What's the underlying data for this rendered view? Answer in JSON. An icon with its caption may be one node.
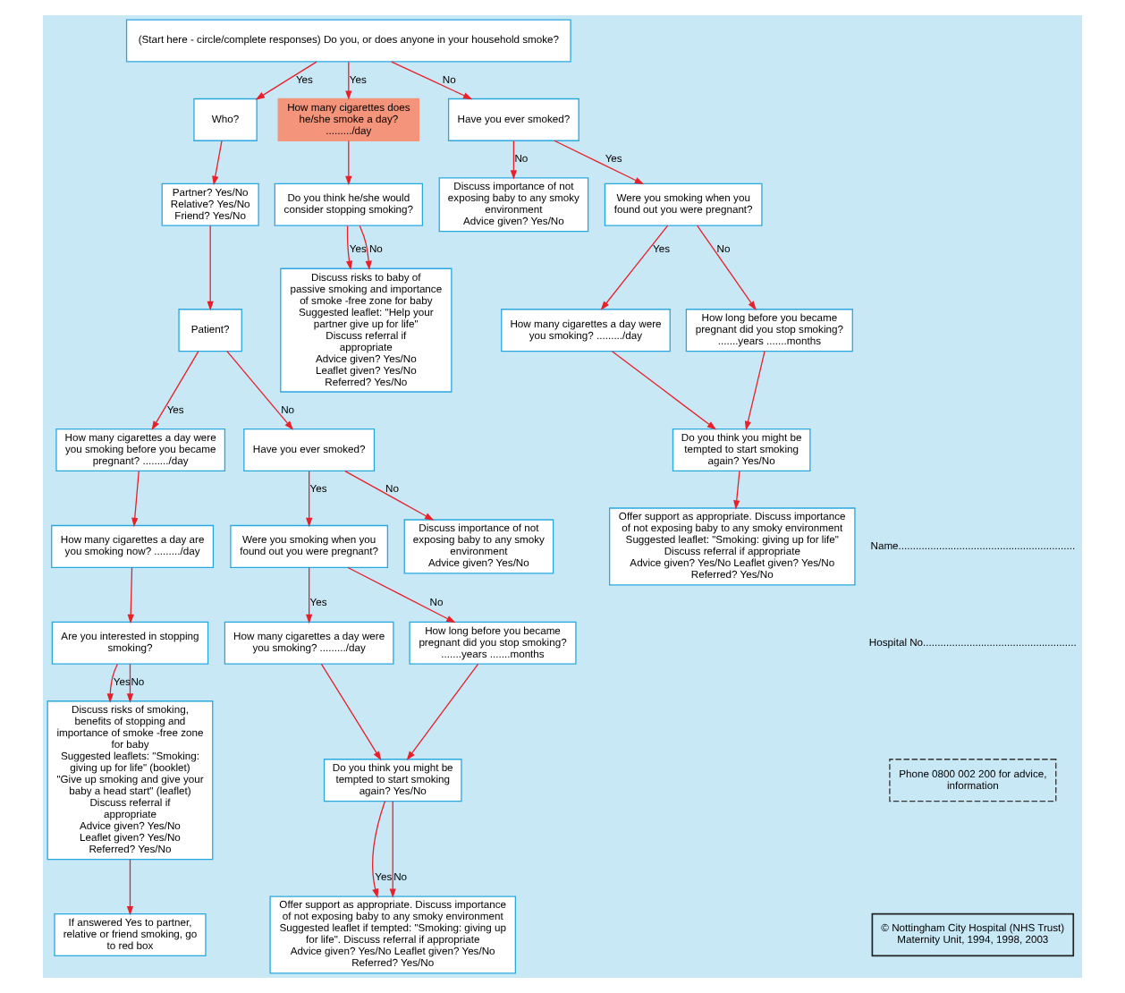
{
  "diagram": {
    "nodes": [
      {
        "text": [
          "(Start here - circle/complete responses) Do you, or does anyone in your household smoke?"
        ]
      },
      {
        "text": [
          "Who?"
        ]
      },
      {
        "text": [
          "Partner? Yes/No",
          "Relative? Yes/No",
          "Friend? Yes/No"
        ]
      },
      {
        "text": [
          "Patient?"
        ]
      },
      {
        "text": [
          "How many cigarettes a day were you smoking before you became pregnant? ........./day"
        ]
      },
      {
        "text": [
          "How many cigarettes a day are you smoking now? ........./day"
        ]
      },
      {
        "text": [
          "Are you interested in stopping smoking?"
        ]
      },
      {
        "text": [
          "Discuss risks of smoking, benefits of stopping and importance of smoke -free zone for baby",
          "Suggested leaflets: \"Smoking: giving up for life\" (booklet) \"Give up smoking and give your baby a head start\" (leaflet)",
          "Discuss referral if appropriate",
          "Advice given? Yes/No",
          "Leaflet given? Yes/No",
          "Referred? Yes/No"
        ]
      },
      {
        "text": [
          "If answered Yes to partner, relative or friend smoking, go to red box"
        ]
      },
      {
        "text": [
          "Have you ever smoked?"
        ]
      },
      {
        "text": [
          "Were you smoking when you found out you were pregnant?"
        ]
      },
      {
        "text": [
          "How many cigarettes a day were you smoking? ........./day"
        ]
      },
      {
        "text": [
          "Discuss importance of not exposing baby to any smoky environment",
          "Advice given? Yes/No"
        ]
      },
      {
        "text": [
          "How long before you became pregnant did you stop smoking? .......years .......months"
        ]
      },
      {
        "text": [
          "Do you think you might be tempted to start smoking again? Yes/No"
        ]
      },
      {
        "text": [
          "Offer support as appropriate. Discuss importance of not exposing baby to any smoky environment",
          "Suggested leaflet if tempted: \"Smoking: giving up for life\". Discuss referral if appropriate",
          "Advice given? Yes/No Leaflet given? Yes/No",
          "Referred? Yes/No"
        ]
      },
      {
        "text": [
          "How many cigarettes does he/she smoke a day? ........./day"
        ]
      },
      {
        "text": [
          "Do you think he/she would consider stopping smoking?"
        ]
      },
      {
        "text": [
          "Discuss risks to baby of passive smoking and importance of smoke -free zone for baby",
          "Suggested leaflet: \"Help your partner give up for life\"",
          "Discuss referral if appropriate",
          "Advice given? Yes/No",
          "Leaflet given? Yes/No",
          "Referred? Yes/No"
        ]
      },
      {
        "text": [
          "Have you ever smoked?"
        ]
      },
      {
        "text": [
          "Discuss importance of not exposing baby to any smoky environment",
          "Advice given? Yes/No"
        ]
      },
      {
        "text": [
          "Were you smoking when you found out you were pregnant?"
        ]
      },
      {
        "text": [
          "How many cigarettes a day were you smoking? ........./day"
        ]
      },
      {
        "text": [
          "How long before you became pregnant did you stop smoking? .......years .......months"
        ]
      },
      {
        "text": [
          "Do you think you might be tempted to start smoking again? Yes/No"
        ]
      },
      {
        "text": [
          "Offer support as appropriate. Discuss importance of not exposing baby to any smoky environment",
          "Suggested leaflet: \"Smoking: giving up for life\"",
          "Discuss referral if appropriate",
          "Advice given? Yes/No Leaflet given? Yes/No",
          "Referred? Yes/No"
        ]
      },
      {
        "text": [
          "Phone 0800 002 200 for advice, information"
        ]
      },
      {
        "text": [
          "© Nottingham City Hospital (NHS Trust) Maternity Unit, 1994, 1998, 2003"
        ]
      }
    ],
    "edges": [
      {
        "from": 0,
        "to": 1,
        "arrow": "to",
        "label": "Yes"
      },
      {
        "from": 0,
        "to": 16,
        "arrow": "to",
        "label": "Yes"
      },
      {
        "from": 0,
        "to": 19,
        "arrow": "to",
        "label": "No"
      },
      {
        "from": 1,
        "to": 2,
        "arrow": "to"
      },
      {
        "from": 2,
        "to": 3,
        "arrow": "to"
      },
      {
        "from": 3,
        "to": 4,
        "arrow": "to",
        "label": "Yes"
      },
      {
        "from": 3,
        "to": 9,
        "arrow": "to",
        "label": "No"
      },
      {
        "from": 4,
        "to": 5,
        "arrow": "to"
      },
      {
        "from": 5,
        "to": 6,
        "arrow": "to"
      },
      {
        "from": 6,
        "to": 7,
        "arrow": "to",
        "label": "Yes"
      },
      {
        "from": 6,
        "to": 7,
        "arrow": "to",
        "label": "No"
      },
      {
        "from": 7,
        "to": 8,
        "arrow": "to"
      },
      {
        "from": 9,
        "to": 10,
        "arrow": "to",
        "label": "Yes"
      },
      {
        "from": 9,
        "to": 12,
        "arrow": "to",
        "label": "No"
      },
      {
        "from": 10,
        "to": 11,
        "arrow": "to",
        "label": "Yes"
      },
      {
        "from": 10,
        "to": 13,
        "arrow": "to",
        "label": "No"
      },
      {
        "from": 11,
        "to": 14,
        "arrow": "to"
      },
      {
        "from": 13,
        "to": 14,
        "arrow": "to"
      },
      {
        "from": 14,
        "to": 15,
        "arrow": "to",
        "label": "Yes"
      },
      {
        "from": 14,
        "to": 15,
        "arrow": "to",
        "label": "No"
      },
      {
        "from": 16,
        "to": 17,
        "arrow": "to"
      },
      {
        "from": 17,
        "to": 18,
        "arrow": "to",
        "label": "Yes"
      },
      {
        "from": 17,
        "to": 18,
        "arrow": "to",
        "label": "No"
      },
      {
        "from": 19,
        "to": 20,
        "arrow": "to",
        "label": "No"
      },
      {
        "from": 19,
        "to": 21,
        "arrow": "to",
        "label": "Yes"
      },
      {
        "from": 21,
        "to": 22,
        "arrow": "to",
        "label": "Yes"
      },
      {
        "from": 21,
        "to": 23,
        "arrow": "to",
        "label": "No"
      },
      {
        "from": 22,
        "to": 24,
        "arrow": "to"
      },
      {
        "from": 23,
        "to": 24,
        "arrow": "to"
      },
      {
        "from": 24,
        "to": 25,
        "arrow": "to"
      }
    ],
    "labels": [
      "Name.............................................................",
      "Hospital No....................................................."
    ]
  }
}
